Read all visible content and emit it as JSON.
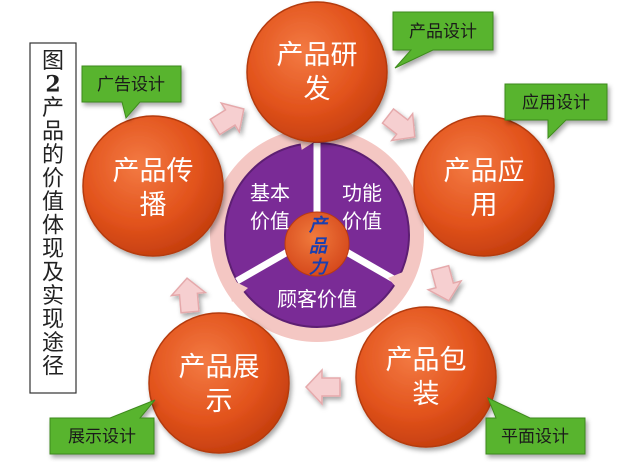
{
  "caption": {
    "lines": [
      "图",
      "2",
      "产",
      "品",
      "的",
      "价",
      "值",
      "体",
      "现",
      "及",
      "实",
      "现",
      "途",
      "径"
    ]
  },
  "nodes": {
    "rd": {
      "line1": "产品研",
      "line2": "发"
    },
    "apply": {
      "line1": "产品应",
      "line2": "用"
    },
    "package": {
      "line1": "产品包",
      "line2": "装"
    },
    "display": {
      "line1": "产品展",
      "line2": "示"
    },
    "spread": {
      "line1": "产品传",
      "line2": "播"
    }
  },
  "callouts": {
    "product_design": "产品设计",
    "apply_design": "应用设计",
    "flat_design": "平面设计",
    "display_design": "展示设计",
    "ad_design": "广告设计"
  },
  "center": {
    "basic_line1": "基本",
    "basic_line2": "价值",
    "function_line1": "功能",
    "function_line2": "价值",
    "customer": "顾客价值",
    "core": [
      "产",
      "品",
      "力"
    ]
  },
  "colors": {
    "node_fill": "#e2531c",
    "center_fill": "#7a2b96",
    "callout_fill": "#59b42f",
    "arrow_fill": "#f6cfd0",
    "ring_fill": "#f4c7c3"
  }
}
